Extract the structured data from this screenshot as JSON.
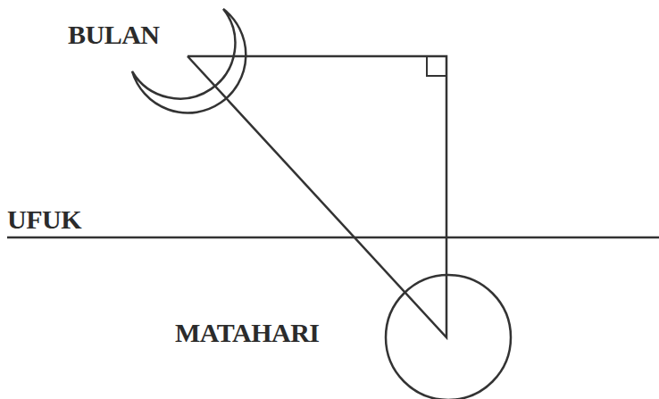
{
  "diagram": {
    "labels": [
      "BULAN",
      "UFUK",
      "MATAHARI"
    ]
  }
}
